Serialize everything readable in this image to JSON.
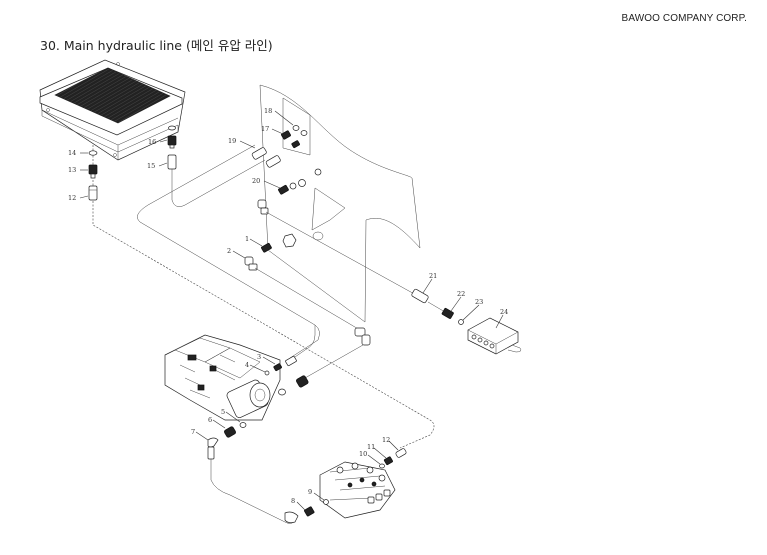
{
  "header": {
    "company": "BAWOO COMPANY CORP.",
    "title": "30. Main hydraulic line (메인 유압 라인)"
  },
  "parts": [
    {
      "no": "1"
    },
    {
      "no": "2"
    },
    {
      "no": "3"
    },
    {
      "no": "4"
    },
    {
      "no": "5"
    },
    {
      "no": "6"
    },
    {
      "no": "7"
    },
    {
      "no": "8"
    },
    {
      "no": "9"
    },
    {
      "no": "10"
    },
    {
      "no": "11"
    },
    {
      "no": "12"
    },
    {
      "no": "12"
    },
    {
      "no": "13"
    },
    {
      "no": "14"
    },
    {
      "no": "15"
    },
    {
      "no": "16"
    },
    {
      "no": "17"
    },
    {
      "no": "18"
    },
    {
      "no": "19"
    },
    {
      "no": "20"
    },
    {
      "no": "21"
    },
    {
      "no": "22"
    },
    {
      "no": "23"
    },
    {
      "no": "24"
    }
  ],
  "colors": {
    "line": "#333333",
    "background": "#ffffff",
    "fill_dark": "#222222"
  }
}
